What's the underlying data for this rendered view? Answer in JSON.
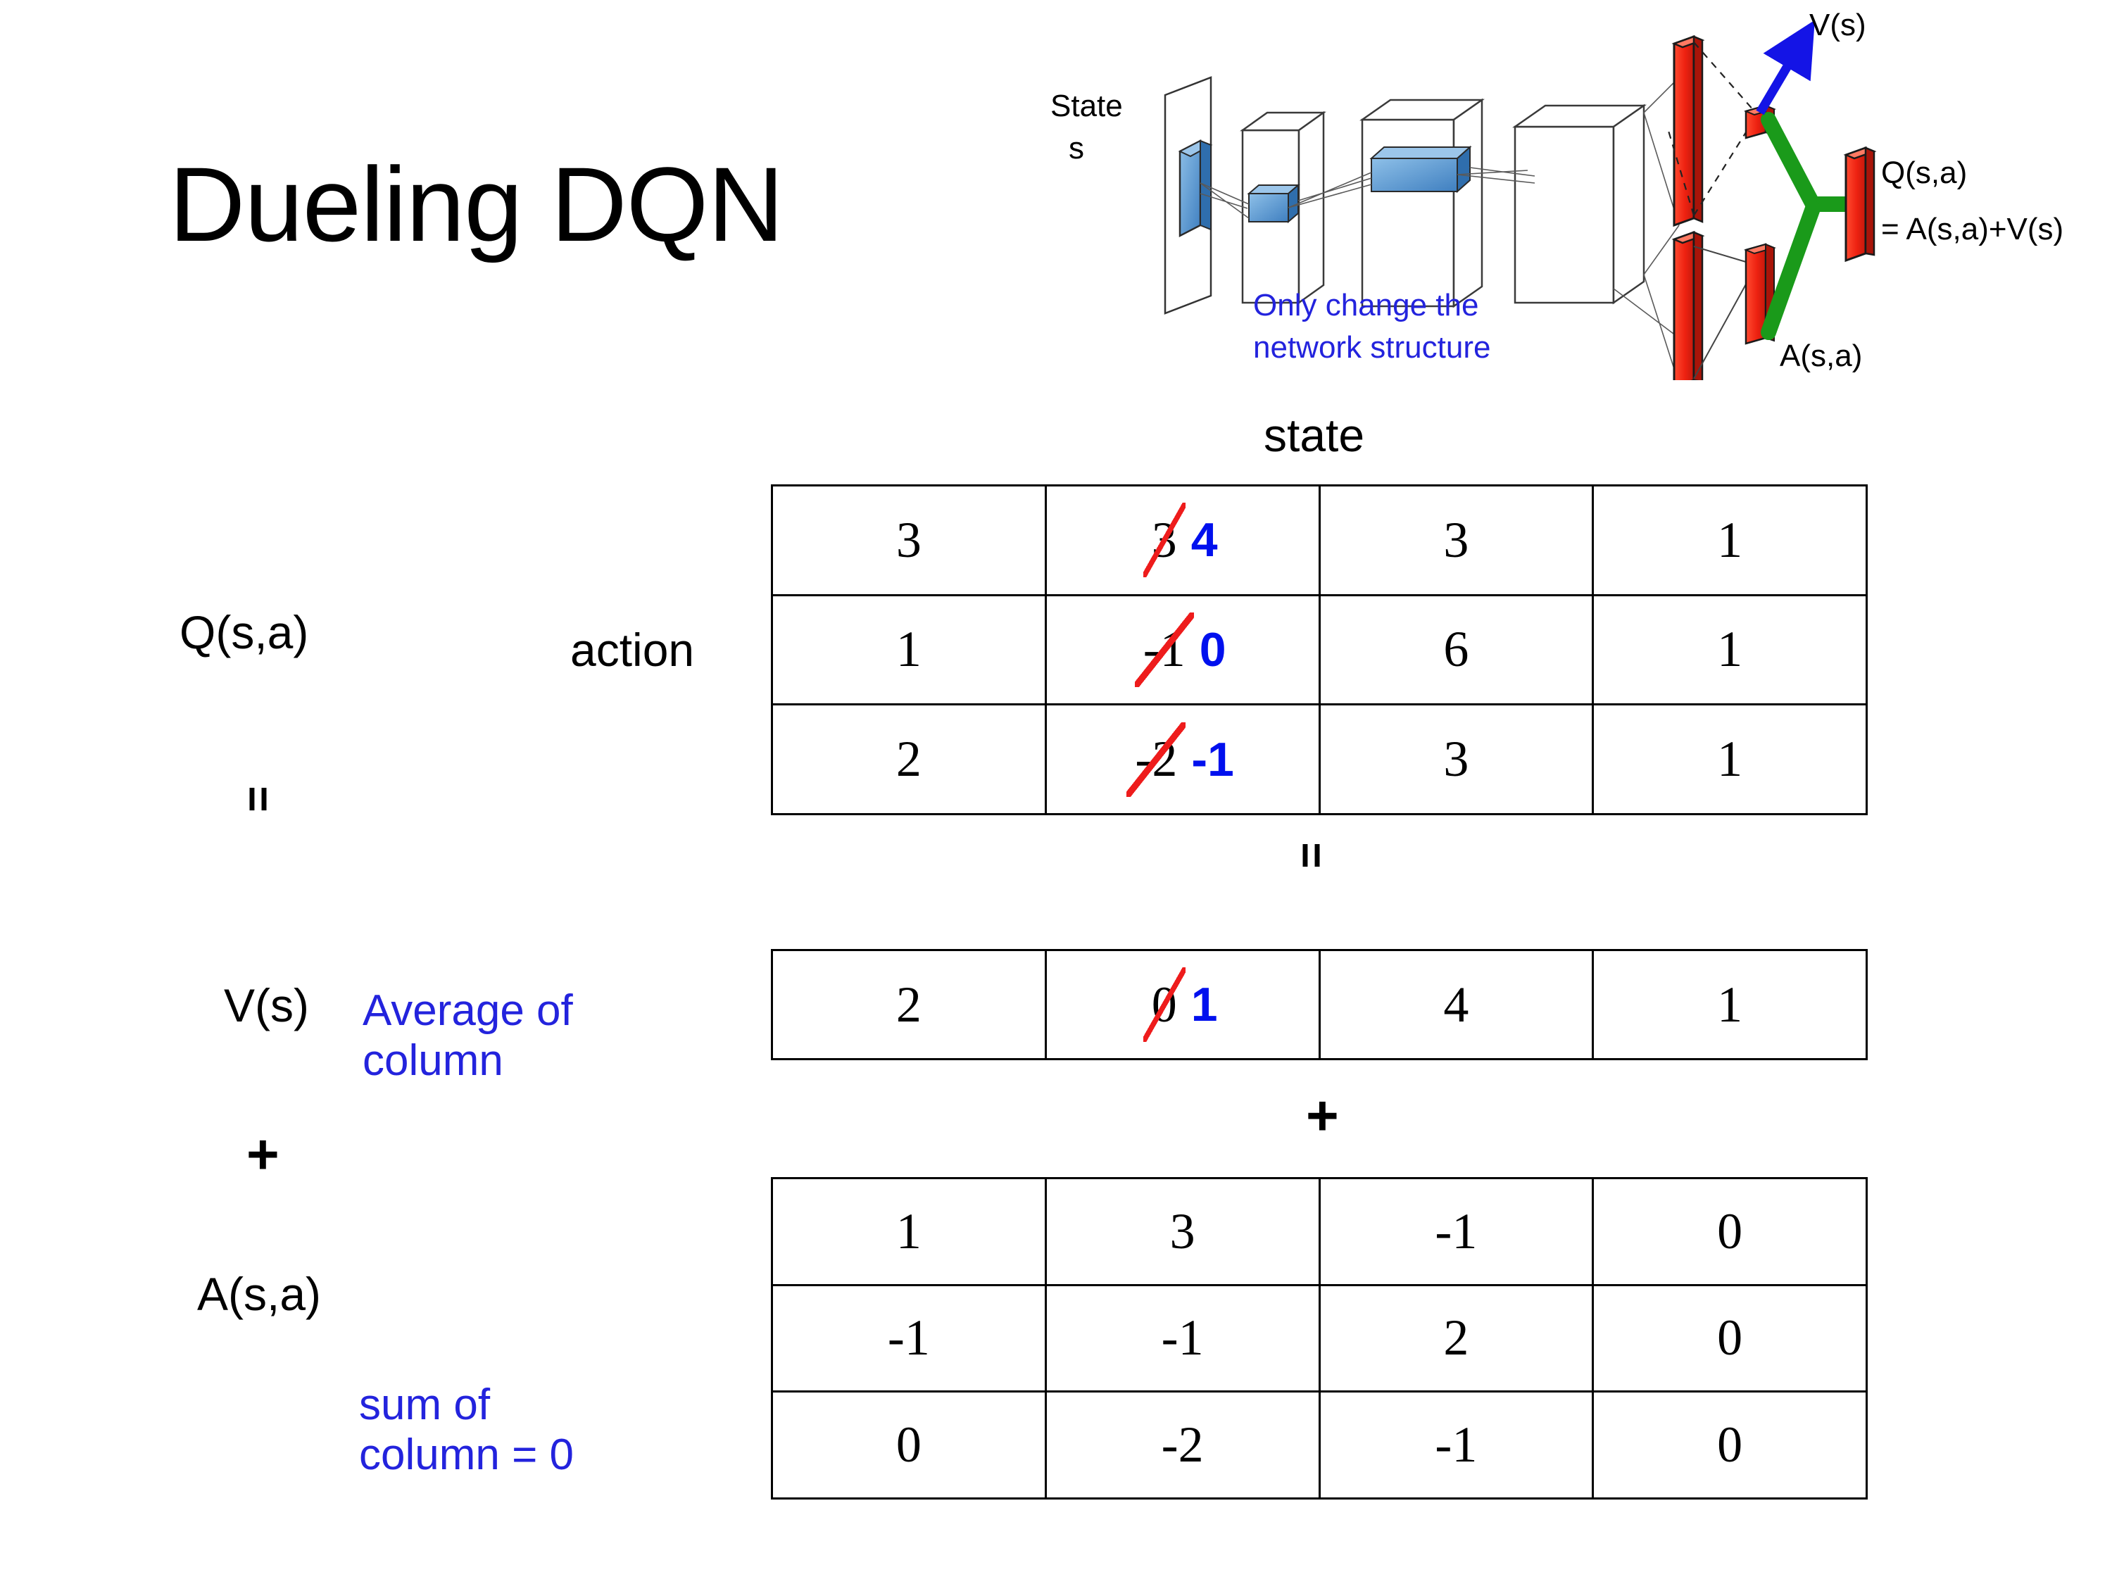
{
  "slide": {
    "title": "Dueling DQN"
  },
  "diagram": {
    "state_label_line1": "State",
    "state_label_line2": "s",
    "note_line1": "Only change the",
    "note_line2": "network structure",
    "v_label": "V(s)",
    "a_label": "A(s,a)",
    "q_label_line1": "Q(s,a)",
    "q_label_line2": "= A(s,a)+V(s)",
    "colors": {
      "blue_note": "#2323dd",
      "blue_arrow": "#1414e6",
      "green_link": "#1a9a1a",
      "red_bar": "#ee2211",
      "blue_block": "#5b9bd5"
    }
  },
  "labels": {
    "state_axis": "state",
    "action_axis": "action",
    "q_label": "Q(s,a)",
    "v_label": "V(s)",
    "a_label": "A(s,a)",
    "equals_top": "=",
    "equals_mid": "=",
    "plus_left": "+",
    "plus_mid": "+",
    "note_average_line1": "Average of",
    "note_average_line2": "column",
    "note_sum_line1": "sum of",
    "note_sum_line2": "column = 0"
  },
  "chart_data": {
    "type": "table",
    "title": "Dueling DQN decomposition Q(s,a) = V(s) + A(s,a)",
    "tables": [
      {
        "name": "Q(s,a)",
        "rows_axis": "action",
        "cols_axis": "state",
        "values": [
          [
            3,
            3,
            3,
            1
          ],
          [
            1,
            -1,
            6,
            1
          ],
          [
            2,
            -2,
            3,
            1
          ]
        ],
        "edited_column_index": 1,
        "edited_values": [
          4,
          0,
          -1
        ],
        "edit_style": "old value struck through in red, new value in blue"
      },
      {
        "name": "V(s)",
        "values": [
          [
            2,
            0,
            4,
            1
          ]
        ],
        "edited_column_index": 1,
        "edited_values": [
          1
        ],
        "edit_style": "old value struck through in red, new value in blue"
      },
      {
        "name": "A(s,a)",
        "values": [
          [
            1,
            3,
            -1,
            0
          ],
          [
            -1,
            -1,
            2,
            0
          ],
          [
            0,
            -2,
            -1,
            0
          ]
        ],
        "edited_column_index": null,
        "edited_values": []
      }
    ]
  },
  "q_table": {
    "rows": [
      [
        {
          "old": "3",
          "new": null
        },
        {
          "old": "3",
          "new": "4"
        },
        {
          "old": "3",
          "new": null
        },
        {
          "old": "1",
          "new": null
        }
      ],
      [
        {
          "old": "1",
          "new": null
        },
        {
          "old": "-1",
          "new": "0"
        },
        {
          "old": "6",
          "new": null
        },
        {
          "old": "1",
          "new": null
        }
      ],
      [
        {
          "old": "2",
          "new": null
        },
        {
          "old": "-2",
          "new": "-1"
        },
        {
          "old": "3",
          "new": null
        },
        {
          "old": "1",
          "new": null
        }
      ]
    ]
  },
  "v_table": {
    "rows": [
      [
        {
          "old": "2",
          "new": null
        },
        {
          "old": "0",
          "new": "1"
        },
        {
          "old": "4",
          "new": null
        },
        {
          "old": "1",
          "new": null
        }
      ]
    ]
  },
  "a_table": {
    "rows": [
      [
        {
          "old": "1",
          "new": null
        },
        {
          "old": "3",
          "new": null
        },
        {
          "old": "-1",
          "new": null
        },
        {
          "old": "0",
          "new": null
        }
      ],
      [
        {
          "old": "-1",
          "new": null
        },
        {
          "old": "-1",
          "new": null
        },
        {
          "old": "2",
          "new": null
        },
        {
          "old": "0",
          "new": null
        }
      ],
      [
        {
          "old": "0",
          "new": null
        },
        {
          "old": "-2",
          "new": null
        },
        {
          "old": "-1",
          "new": null
        },
        {
          "old": "0",
          "new": null
        }
      ]
    ]
  }
}
